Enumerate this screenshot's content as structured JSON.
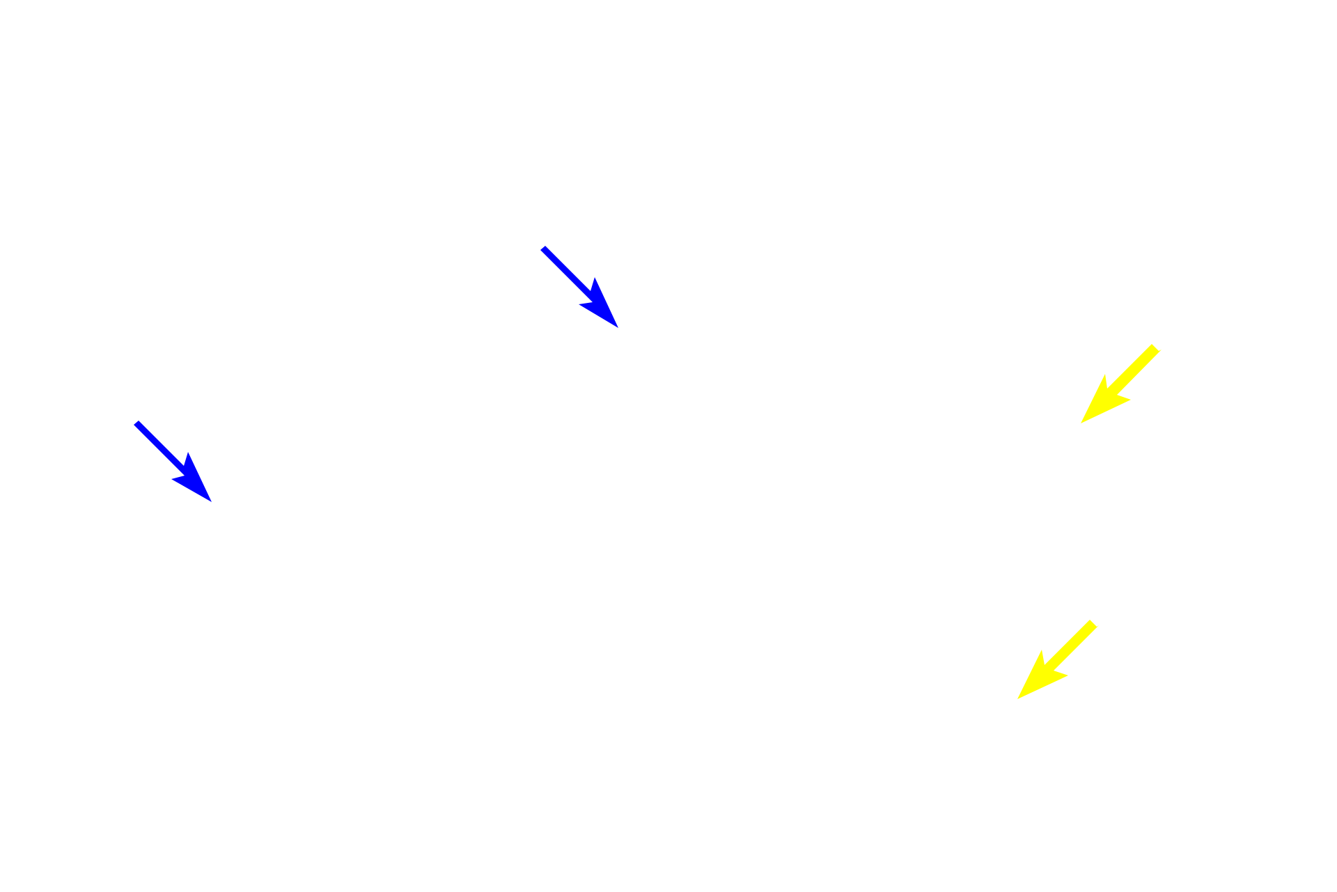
{
  "canvas": {
    "background": "#ffffff"
  },
  "arrows": [
    {
      "name": "blue-arrow-top-center",
      "color": "#0000ff",
      "direction": "down-right"
    },
    {
      "name": "blue-arrow-left",
      "color": "#0000ff",
      "direction": "down-right"
    },
    {
      "name": "yellow-arrow-right-upper",
      "color": "#ffff00",
      "direction": "down-left"
    },
    {
      "name": "yellow-arrow-right-lower",
      "color": "#ffff00",
      "direction": "down-left"
    }
  ]
}
